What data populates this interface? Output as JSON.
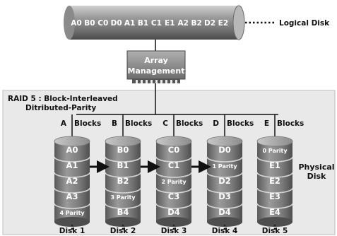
{
  "logical_disk": {
    "label": "Logical Disk",
    "blocks": [
      "A0",
      "B0",
      "C0",
      "D0",
      "A1",
      "B1",
      "C1",
      "E1",
      "A2",
      "B2",
      "D2",
      "E2"
    ]
  },
  "array_management": {
    "line1": "Array",
    "line2": "Management"
  },
  "raid": {
    "title_line1": "RAID 5 : Block-Interleaved",
    "title_line2": "Ditributed-Parity"
  },
  "physical_disk": {
    "line1": "Physical",
    "line2": "Disk"
  },
  "disks": [
    {
      "letter": "A",
      "blocks_label": "Blocks",
      "name": "Disk 1",
      "cells": [
        "A0",
        "A1",
        "A2",
        "A3",
        "4 Parity"
      ]
    },
    {
      "letter": "B",
      "blocks_label": "Blocks",
      "name": "Disk 2",
      "cells": [
        "B0",
        "B1",
        "B2",
        "3 Parity",
        "B4"
      ]
    },
    {
      "letter": "C",
      "blocks_label": "Blocks",
      "name": "Disk 3",
      "cells": [
        "C0",
        "C1",
        "2 Parity",
        "C3",
        "D4"
      ]
    },
    {
      "letter": "D",
      "blocks_label": "Blocks",
      "name": "Disk 4",
      "cells": [
        "D0",
        "1 Parity",
        "D2",
        "D3",
        "D4"
      ]
    },
    {
      "letter": "E",
      "blocks_label": "Blocks",
      "name": "Disk 5",
      "cells": [
        "0 Parity",
        "E1",
        "E2",
        "E3",
        "E4"
      ]
    }
  ],
  "colors": {
    "disk_body": "#6f6f6f",
    "disk_cap": "#b4b4b4",
    "panel_bg": "#e9e9ea",
    "array_box": "#8a8a8a"
  }
}
